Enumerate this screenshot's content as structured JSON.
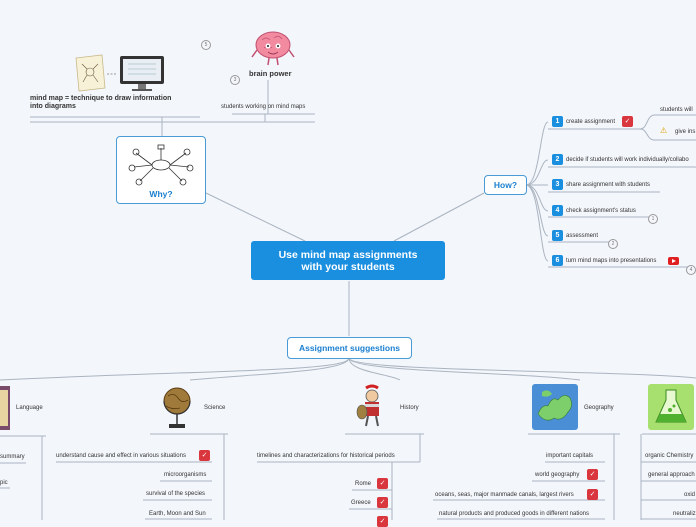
{
  "central": {
    "line1": "Use mind map assignments",
    "line2": "with your students"
  },
  "why": {
    "label": "Why?",
    "mindmap_note": {
      "line1": "mind map = technique to draw information",
      "line2": "into diagrams"
    },
    "brain_label": "brain power",
    "brain_count": "5",
    "students_label": "students working on mind maps",
    "students_count": "3"
  },
  "how": {
    "label": "How?",
    "steps": [
      {
        "num": "1",
        "label": "create assignment"
      },
      {
        "num": "2",
        "label": "decide if students will work individually/collabo"
      },
      {
        "num": "3",
        "label": "share assignment with students"
      },
      {
        "num": "4",
        "label": "check assignment's status",
        "count": "1"
      },
      {
        "num": "5",
        "label": "assessment",
        "count": "2"
      },
      {
        "num": "6",
        "label": "turn mind maps into presentations",
        "count": "4"
      }
    ],
    "sub1": "students will",
    "sub2": "give ins"
  },
  "suggestions": {
    "label": "Assignment suggestions",
    "language": {
      "label": "Language",
      "items": [
        "summary",
        "pic"
      ]
    },
    "science": {
      "label": "Science",
      "items": [
        "understand cause and effect in various situations",
        "microorganisms",
        "survival of the species",
        "Earth, Moon and Sun"
      ]
    },
    "history": {
      "label": "History",
      "items": [
        "timelines and characterizations for historical periods",
        "Rome",
        "Greece"
      ]
    },
    "geography": {
      "label": "Geography",
      "items": [
        "important capitals",
        "world geography",
        "oceans,  seas,  major manmade canals,  largest rivers",
        "natural products and produced goods in different nations"
      ]
    },
    "chemistry": {
      "items": [
        "organic Chemistry",
        "general approach",
        "oxid",
        "neutraliz"
      ]
    }
  },
  "colors": {
    "accent": "#1a8fe0",
    "flag": "#d9363e"
  }
}
